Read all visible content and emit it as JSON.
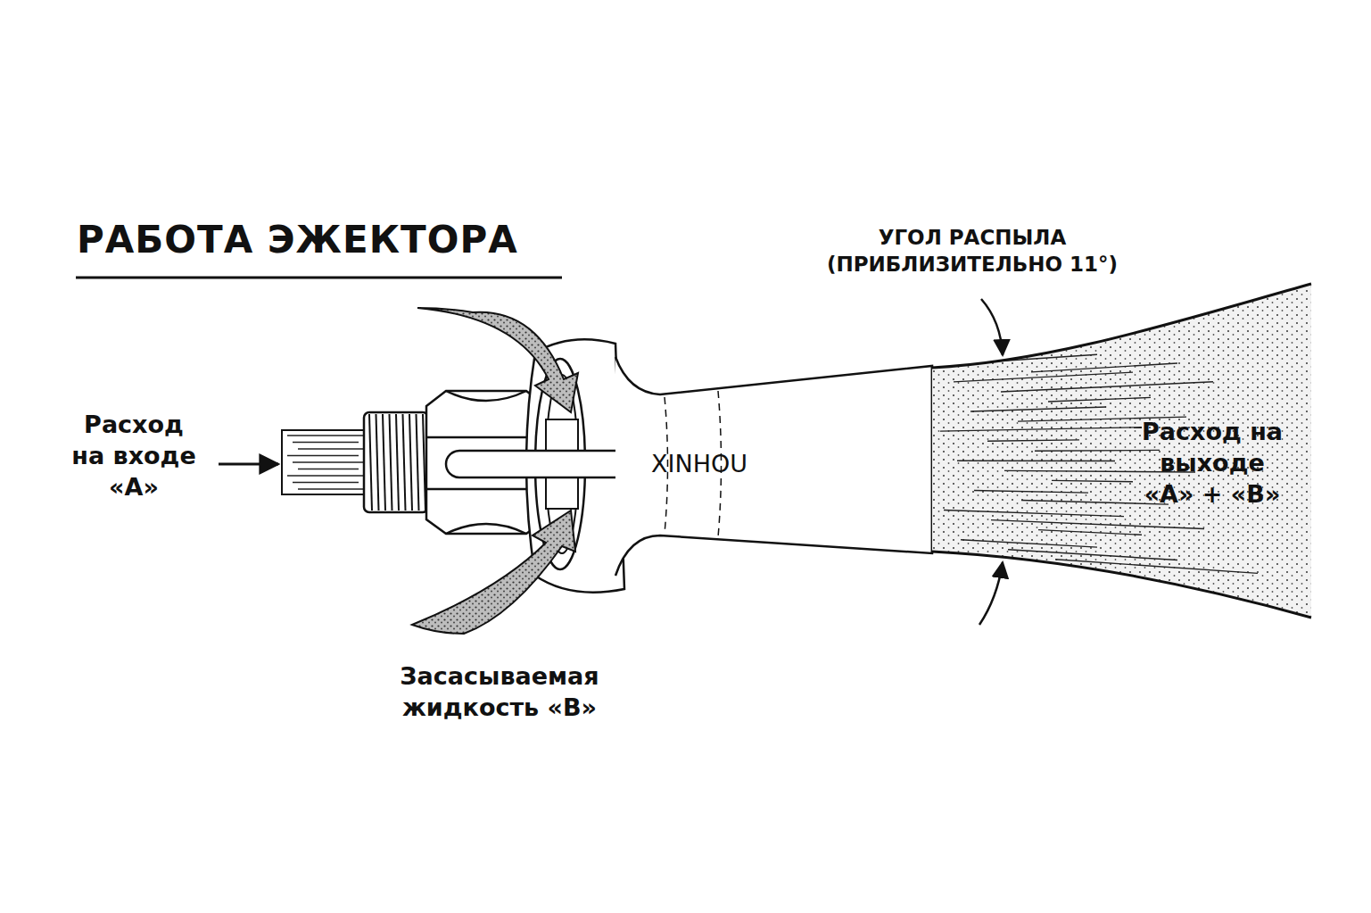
{
  "diagram": {
    "title": "РАБОТА ЭЖЕКТОРА",
    "labels": [
      "Расход на входе «А»",
      "XINHOU",
      "Засасываемая жидкость «В»",
      "УГОЛ РАСПЫЛА (ПРИБЛИЗИТЕЛЬНО 11°)",
      "Расход на выходе «А» + «В»"
    ]
  }
}
